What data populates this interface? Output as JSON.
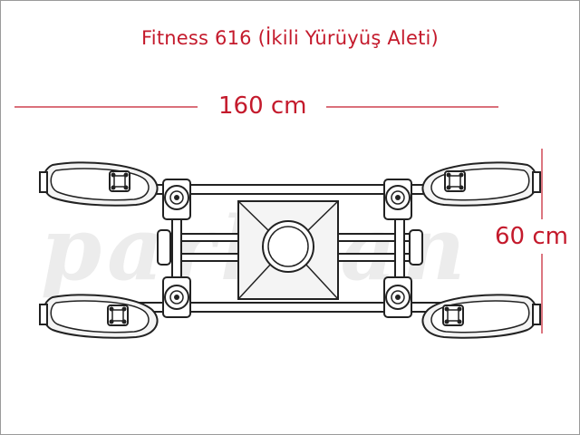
{
  "title": "Fitness 616 (İkili Yürüyüş Aleti)",
  "dimensions": {
    "width_label": "160 cm",
    "height_label": "60 cm"
  },
  "watermark": "parksan",
  "colors": {
    "accent": "#c41a2c",
    "line": "#222222",
    "fill_light": "#f4f4f4"
  }
}
